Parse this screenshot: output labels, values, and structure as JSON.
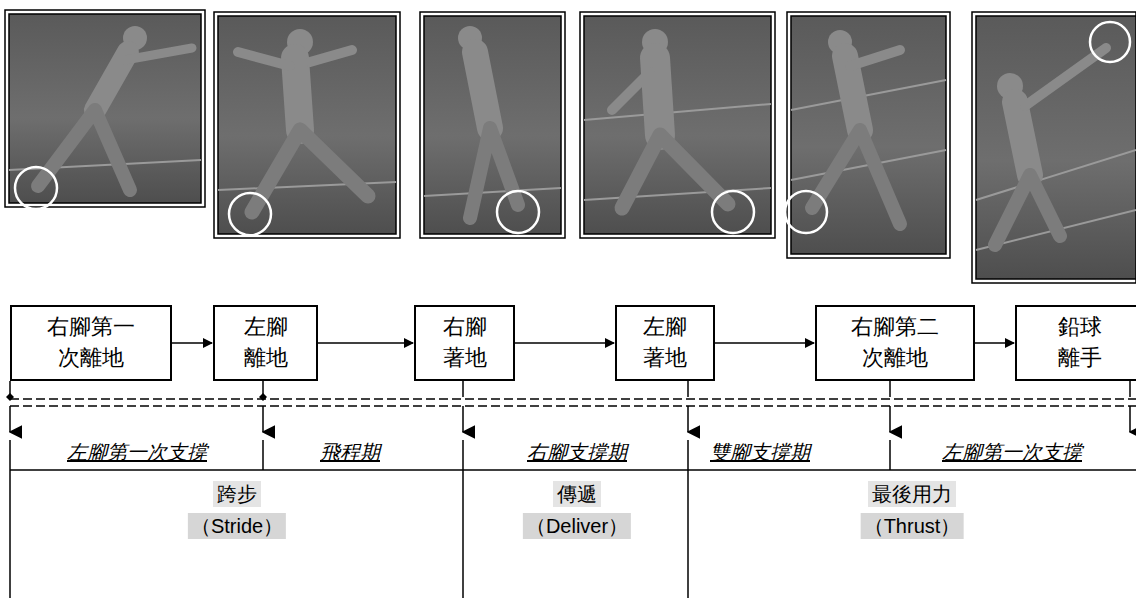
{
  "diagram": {
    "nodes": [
      {
        "text": [
          "右腳第一 次離地"
        ]
      },
      {
        "text": [
          "左腳 離地"
        ]
      },
      {
        "text": [
          "右腳 著地"
        ]
      },
      {
        "text": [
          "左腳 著地"
        ]
      },
      {
        "text": [
          "右腳第二 次離地"
        ]
      },
      {
        "text": [
          "鉛球 離手"
        ]
      }
    ],
    "edges": [
      {
        "from": 0,
        "to": 1,
        "arrow": "to"
      },
      {
        "from": 1,
        "to": 2,
        "arrow": "to"
      },
      {
        "from": 2,
        "to": 3,
        "arrow": "to"
      },
      {
        "from": 3,
        "to": 4,
        "arrow": "to"
      },
      {
        "from": 4,
        "to": 5,
        "arrow": "to"
      }
    ],
    "labels": [
      "左腳第一次支撐",
      "飛程期",
      "右腳支撐期",
      "雙腳支撐期",
      "左腳第一次支撐",
      "跨步",
      "（Stride）",
      "傳遞",
      "（Deliver）",
      "最後用力",
      "（Thrust）"
    ]
  }
}
